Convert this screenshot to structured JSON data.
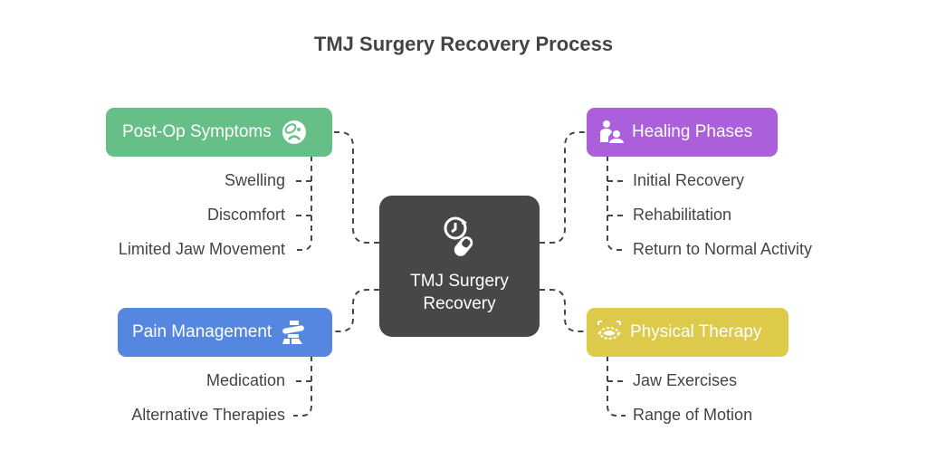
{
  "title": "TMJ Surgery Recovery Process",
  "center": {
    "label_line1": "TMJ Surgery",
    "label_line2": "Recovery",
    "icon": "clock-pill-icon",
    "color": "#474747"
  },
  "branches": [
    {
      "id": "post-op-symptoms",
      "label": "Post-Op Symptoms",
      "icon": "sick-face-icon",
      "color": "#66BF86",
      "items": [
        "Swelling",
        "Discomfort",
        "Limited Jaw Movement"
      ]
    },
    {
      "id": "healing-phases",
      "label": "Healing Phases",
      "icon": "caregiver-icon",
      "color": "#AB5FDB",
      "items": [
        "Initial Recovery",
        "Rehabilitation",
        "Return to Normal Activity"
      ]
    },
    {
      "id": "pain-management",
      "label": "Pain Management",
      "icon": "bandage-icon",
      "color": "#5687E0",
      "items": [
        "Medication",
        "Alternative Therapies"
      ]
    },
    {
      "id": "physical-therapy",
      "label": "Physical Therapy",
      "icon": "mouth-stretch-icon",
      "color": "#DDC94A",
      "items": [
        "Jaw Exercises",
        "Range of Motion"
      ]
    }
  ]
}
